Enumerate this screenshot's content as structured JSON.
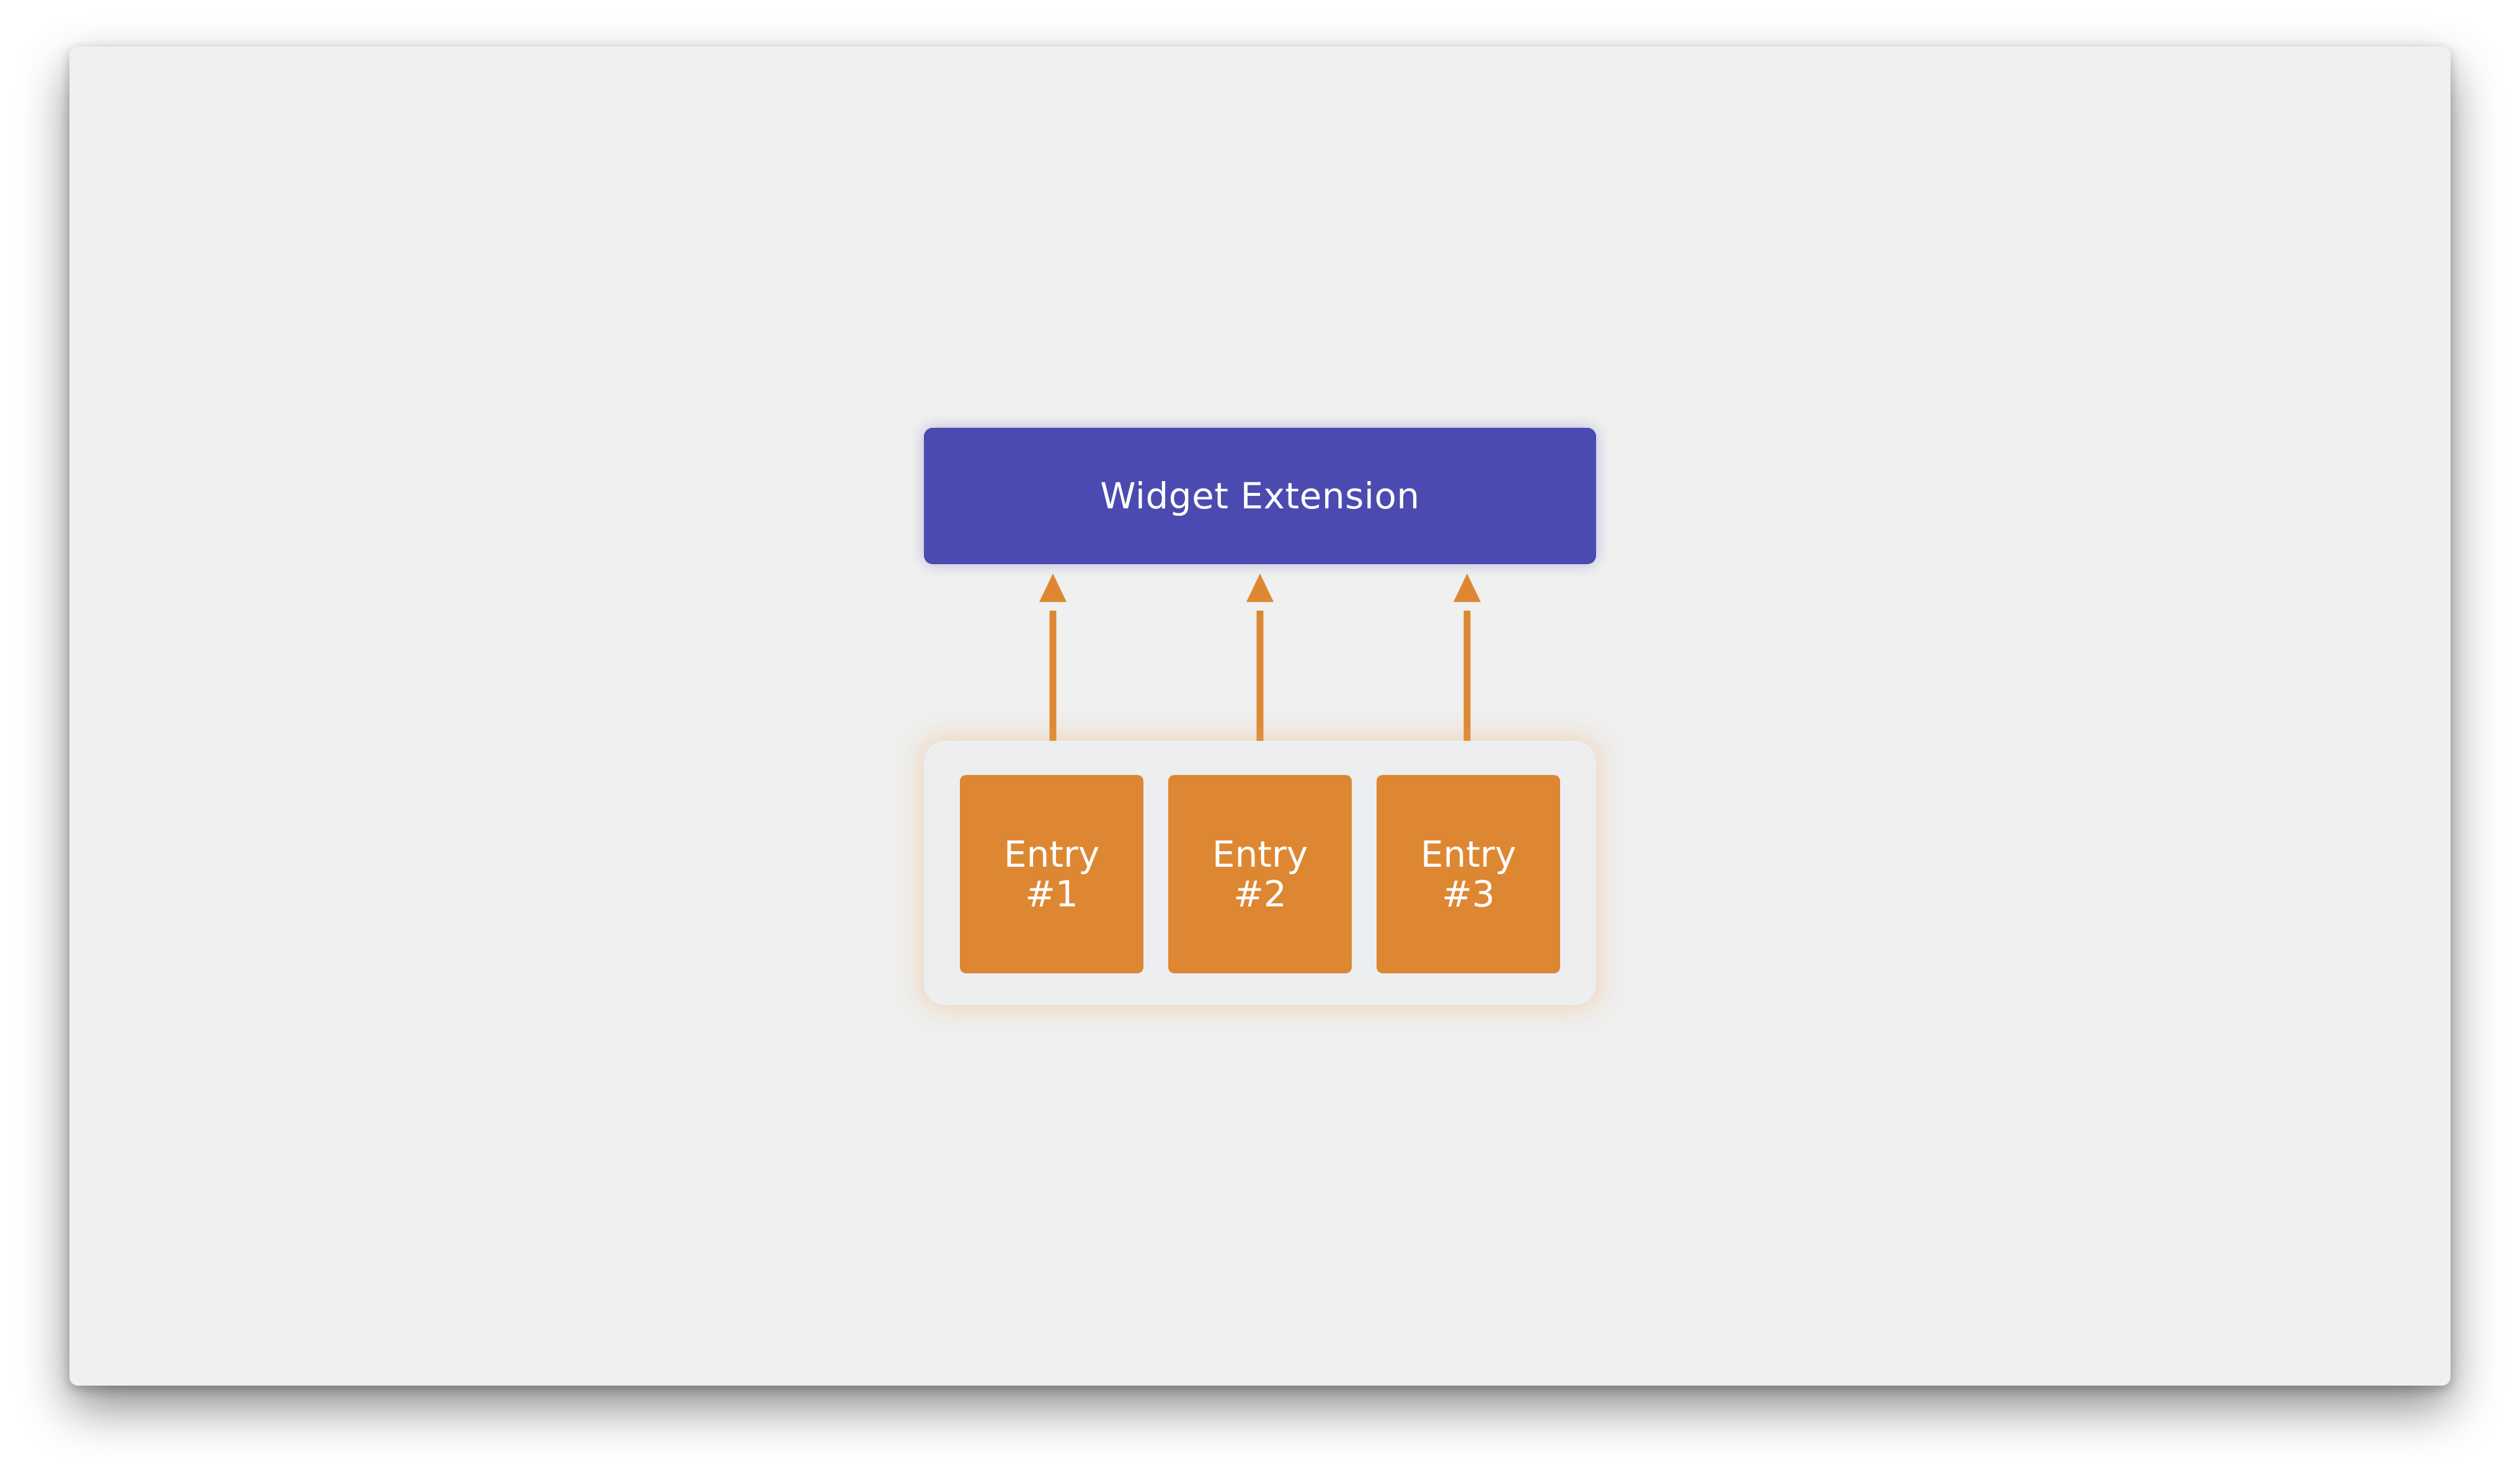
{
  "diagram": {
    "widget_extension": {
      "label": "Widget Extension",
      "color": "#4b4ab0"
    },
    "entries": [
      {
        "line1": "Entry",
        "line2": "#1"
      },
      {
        "line1": "Entry",
        "line2": "#2"
      },
      {
        "line1": "Entry",
        "line2": "#3"
      }
    ],
    "entry_color": "#dd8733",
    "arrow_color": "#dd8733",
    "background_color": "#eff0ef"
  }
}
